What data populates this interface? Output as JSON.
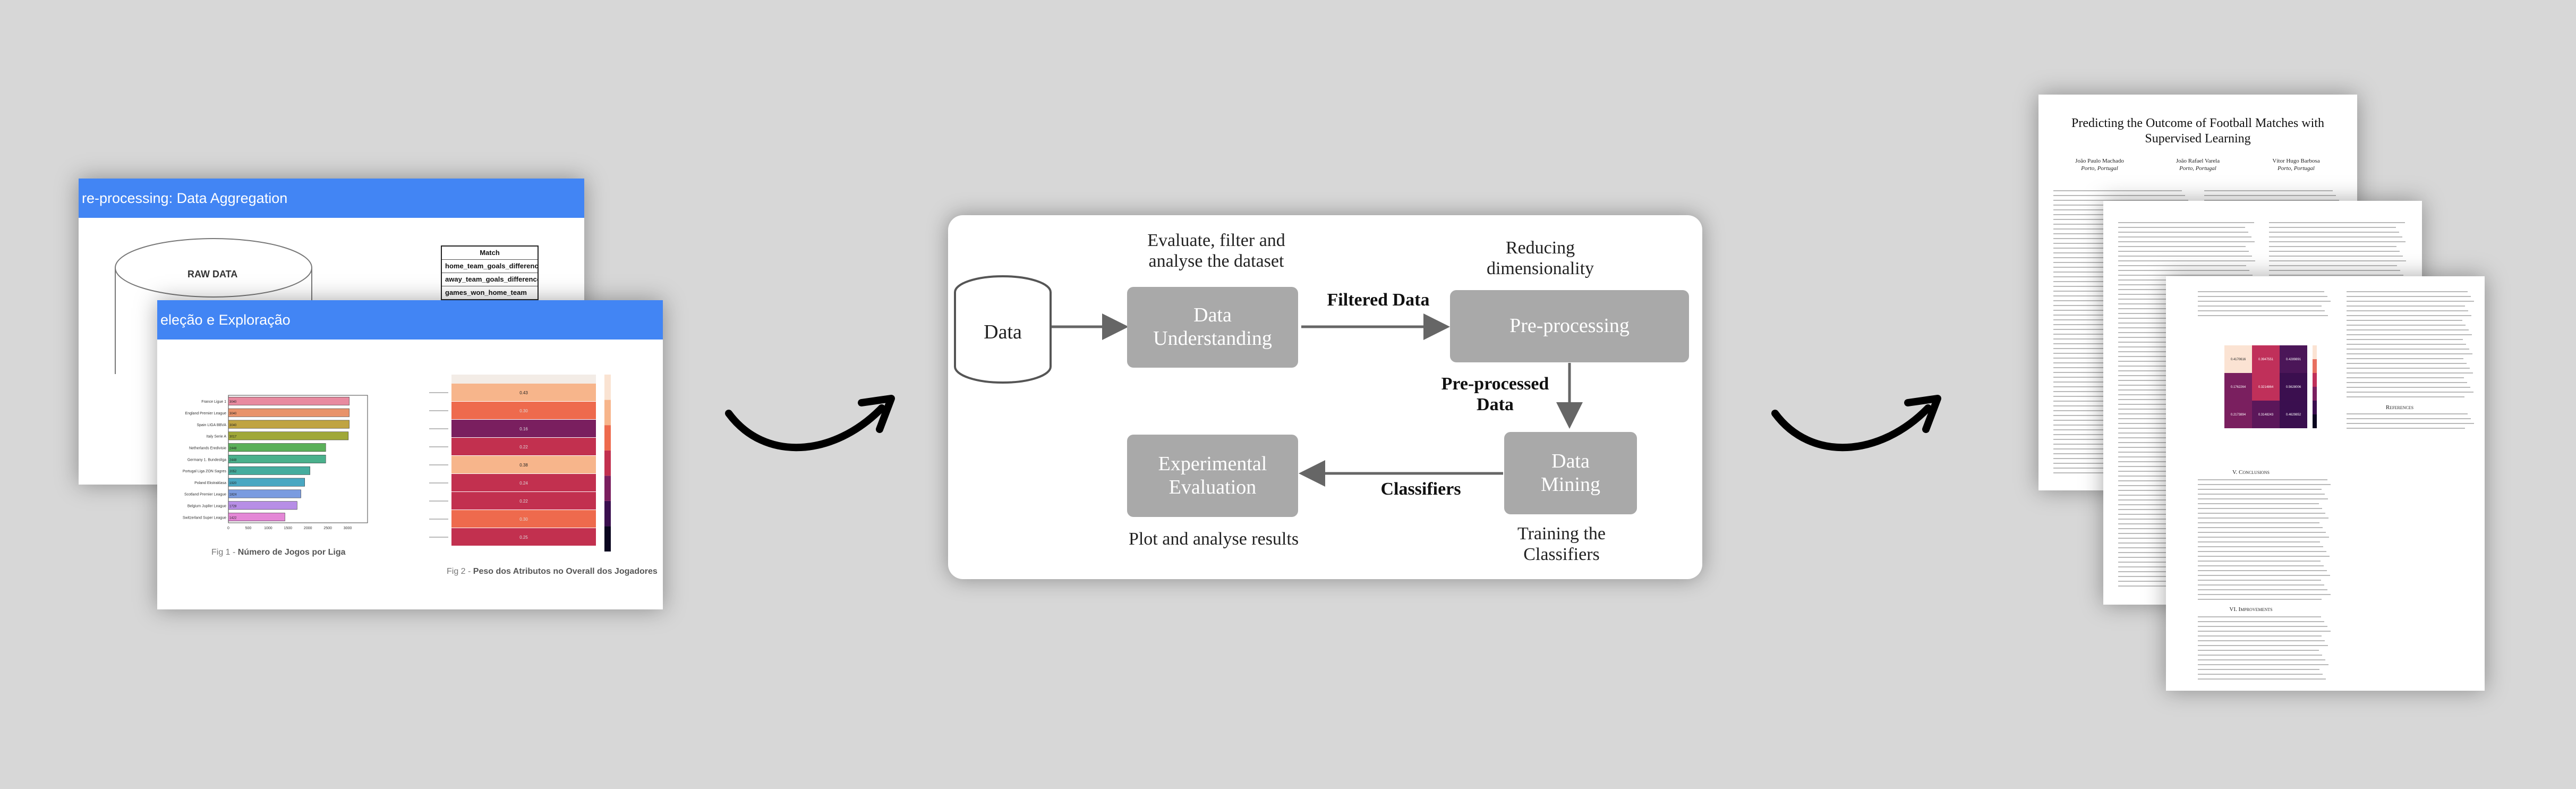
{
  "slides": {
    "back": {
      "header": "re-processing: Data Aggregation",
      "raw_data_label": "RAW DATA",
      "match_table": {
        "header": "Match",
        "rows": [
          "home_team_goals_difference",
          "away_team_goals_difference",
          "games_won_home_team"
        ]
      }
    },
    "front": {
      "header": "eleção e Exploração",
      "fig1_caption_prefix": "Fig 1 - ",
      "fig1_caption_title": "Número de Jogos por Liga",
      "fig2_caption_prefix": "Fig 2 - ",
      "fig2_caption_title": "Peso dos Atributos no Overall dos Jogadores"
    }
  },
  "chart_data": [
    {
      "type": "bar",
      "orientation": "horizontal",
      "categories": [
        "France Ligue 1",
        "England Premier League",
        "Spain LIGA BBVA",
        "Italy Serie A",
        "Netherlands Eredivisie",
        "Germany 1. Bundesliga",
        "Portugal Liga ZON Sagres",
        "Poland Ekstraklasa",
        "Scotland Premier League",
        "Belgium Jupiler League",
        "Switzerland Super League"
      ],
      "values": [
        3040,
        3040,
        3040,
        3017,
        2448,
        2448,
        2052,
        1920,
        1824,
        1728,
        1422
      ],
      "colors": [
        "#e88aa0",
        "#e8936b",
        "#c0a442",
        "#a0a838",
        "#5bb05a",
        "#4ab08c",
        "#45ac9e",
        "#49a7c2",
        "#7a9be0",
        "#b78ee6",
        "#e487d6"
      ],
      "ylim": [
        0,
        3500
      ],
      "xticks": [
        "0",
        "500",
        "1000",
        "1500",
        "2000",
        "2500",
        "3000"
      ]
    },
    {
      "type": "heatmap",
      "values": [
        0.43,
        0.3,
        0.16,
        0.22,
        0.38,
        0.24,
        0.22,
        0.3,
        0.25
      ],
      "colormap": [
        "#0b0620",
        "#3a0f4f",
        "#7a1f5f",
        "#c2304f",
        "#ee6a4d",
        "#f7b58b",
        "#fae3d2"
      ]
    }
  ],
  "diagram": {
    "data_label": "Data",
    "nodes": {
      "understanding": "Data\nUnderstanding",
      "preprocessing": "Pre-processing",
      "mining": "Data\nMining",
      "evaluation": "Experimental\nEvaluation"
    },
    "edges": {
      "filtered": "Filtered Data",
      "preprocessed": "Pre-processed\nData",
      "classifiers": "Classifiers"
    },
    "notes": {
      "understanding": "Evaluate, filter and\nanalyse the dataset",
      "preprocessing": "Reducing\ndimensionality",
      "mining": "Training the\nClassifiers",
      "evaluation": "Plot and analyse results"
    },
    "box_color": "#a9a9a9"
  },
  "papers": {
    "front": {
      "title": "Predicting the Outcome of Football Matches with Supervised Learning",
      "authors": [
        {
          "name": "João Paulo Machado",
          "place": "Porto, Portugal"
        },
        {
          "name": "João Rafael Varela",
          "place": "Porto, Portugal"
        },
        {
          "name": "Vítor Hugo Barbosa",
          "place": "Porto, Portugal"
        }
      ]
    },
    "back": {
      "conclusions_heading": "V. Conclusions",
      "references_heading": "References",
      "improvements_heading": "VI. Improvements"
    },
    "confusion_matrix": [
      "0.4170616",
      "0.3947551",
      "0.4289891",
      "0.1762264",
      "0.3214864",
      "0.5628006",
      "0.2173894",
      "0.3148243",
      "0.4629852"
    ]
  }
}
